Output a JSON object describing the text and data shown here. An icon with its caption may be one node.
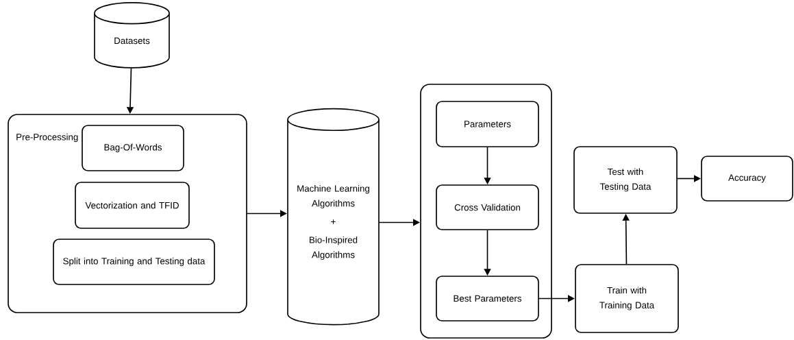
{
  "diagram": {
    "nodes": [
      {
        "text": [
          "Datasets"
        ]
      },
      {
        "text": [
          "Pre-Processing"
        ]
      },
      {
        "text": [
          "Bag-Of-Words"
        ],
        "in": 1
      },
      {
        "text": [
          "Vectorization and TFID"
        ],
        "in": 1
      },
      {
        "text": [
          "Split into Training and Testing data"
        ],
        "in": 1
      },
      {
        "text": [
          "Machine Learning Algorithms",
          "+",
          "Bio-Inspired Algorithms"
        ]
      },
      {
        "text": [],
        "shape": "box"
      },
      {
        "text": [
          "Parameters"
        ],
        "in": 6
      },
      {
        "text": [
          "Cross Validation"
        ],
        "in": 6
      },
      {
        "text": [
          "Best Parameters"
        ],
        "in": 6
      },
      {
        "text": [
          "Test with Testing Data"
        ]
      },
      {
        "text": [
          "Accuracy"
        ]
      },
      {
        "text": [
          "Train with Training Data"
        ]
      }
    ],
    "edges": [
      {
        "from": 0,
        "to": 1,
        "arrow": "to"
      },
      {
        "from": 1,
        "to": 5,
        "arrow": "to"
      },
      {
        "from": 5,
        "to": 6,
        "arrow": "to"
      },
      {
        "from": 7,
        "to": 8,
        "arrow": "to"
      },
      {
        "from": 8,
        "to": 9,
        "arrow": "to"
      },
      {
        "from": 9,
        "to": 12,
        "arrow": "to"
      },
      {
        "from": 12,
        "to": 10,
        "arrow": "to"
      },
      {
        "from": 10,
        "to": 11,
        "arrow": "to"
      }
    ]
  }
}
